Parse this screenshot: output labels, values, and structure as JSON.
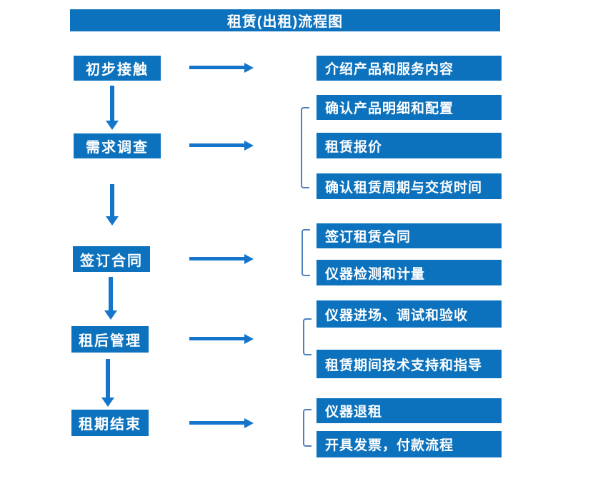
{
  "title": "租赁(出租)流程图",
  "colors": {
    "box_blue": "#0d72bd",
    "arrow_blue": "#1575ca",
    "bracket_blue": "#4f81bd",
    "text_white": "#ffffff"
  },
  "stages": [
    {
      "label": "初步接触",
      "outputs": [
        "介绍产品和服务内容"
      ]
    },
    {
      "label": "需求调查",
      "outputs": [
        "确认产品明细和配置",
        "租赁报价",
        "确认租赁周期与交货时间"
      ]
    },
    {
      "label": "签订合同",
      "outputs": [
        "签订租赁合同",
        "仪器检测和计量"
      ]
    },
    {
      "label": "租后管理",
      "outputs": [
        "仪器进场、调试和验收",
        "租赁期间技术支持和指导"
      ]
    },
    {
      "label": "租期结束",
      "outputs": [
        "仪器退租",
        "开具发票，付款流程"
      ]
    }
  ]
}
